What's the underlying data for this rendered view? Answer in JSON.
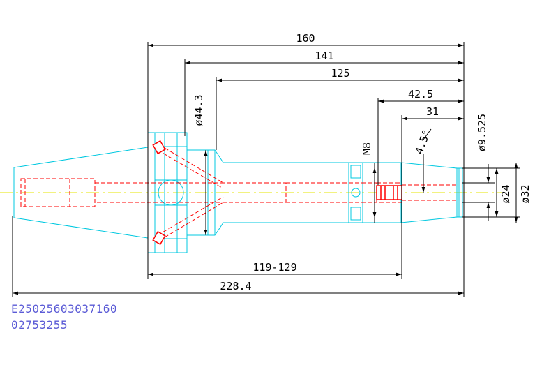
{
  "dimensions": {
    "total_length": "160",
    "len_141": "141",
    "len_125": "125",
    "len_42_5": "42.5",
    "len_31": "31",
    "flange_dia": "ø44.3",
    "thread": "M8",
    "angle": "4.5°",
    "dia_9_525": "ø9.525",
    "dia_24": "ø24",
    "dia_32": "ø32",
    "adjust_range": "119-129",
    "overall_length": "228.4"
  },
  "codes": {
    "line1": "E25025603037160",
    "line2": "02753255"
  },
  "colors": {
    "outline": "#00c8e0",
    "hidden": "#ff0000",
    "center": "#e6e600",
    "dimension": "#000000",
    "code_text": "#5b5bd6"
  }
}
